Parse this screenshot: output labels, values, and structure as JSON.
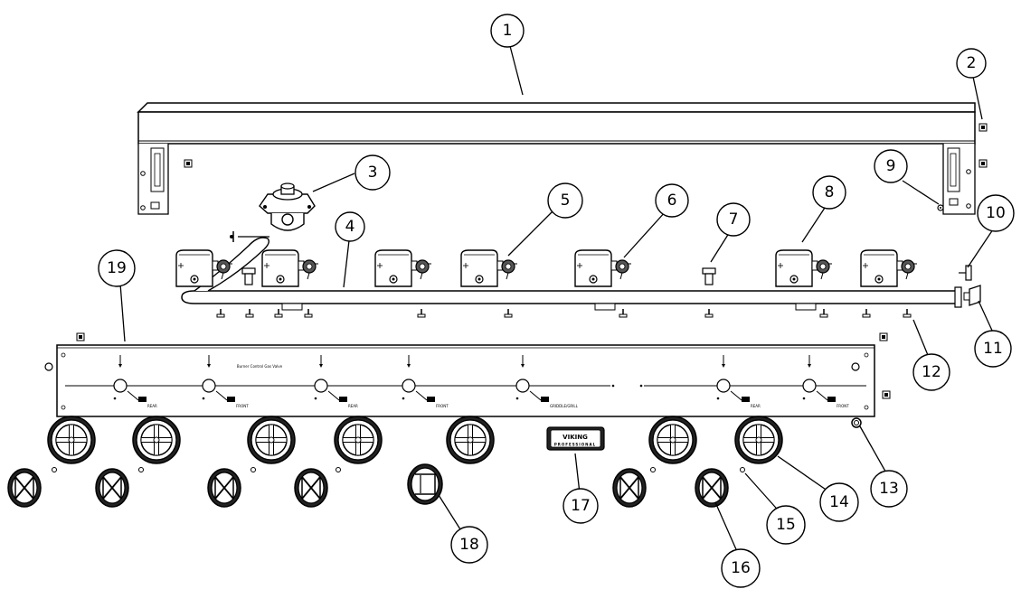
{
  "diagram": {
    "callouts": [
      {
        "label": "1"
      },
      {
        "label": "2"
      },
      {
        "label": "3"
      },
      {
        "label": "4"
      },
      {
        "label": "5"
      },
      {
        "label": "6"
      },
      {
        "label": "7"
      },
      {
        "label": "8"
      },
      {
        "label": "9"
      },
      {
        "label": "10"
      },
      {
        "label": "11"
      },
      {
        "label": "12"
      },
      {
        "label": "13"
      },
      {
        "label": "14"
      },
      {
        "label": "15"
      },
      {
        "label": "16"
      },
      {
        "label": "17"
      },
      {
        "label": "18"
      },
      {
        "label": "19"
      }
    ],
    "panel_labels": [
      "REAR",
      "FRONT",
      "REAR",
      "FRONT",
      "GRIDDLE/GRILL",
      "REAR",
      "FRONT"
    ],
    "badge": {
      "brand": "VIKING",
      "sub": "PROFESSIONAL"
    },
    "center_label": "Burner Control Gas Valve"
  }
}
